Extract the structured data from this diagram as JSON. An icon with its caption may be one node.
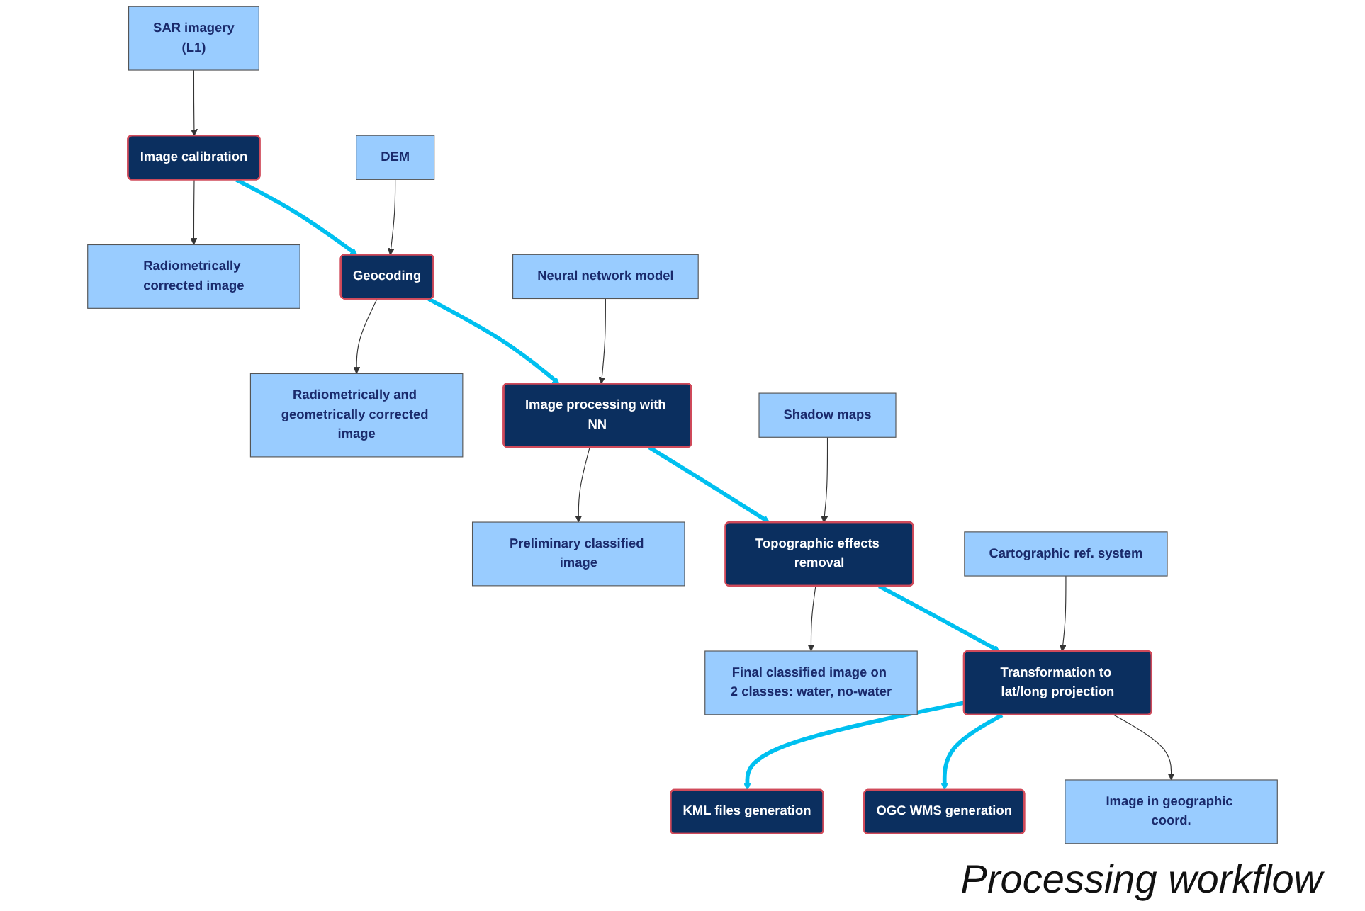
{
  "diagram": {
    "caption": "Processing workflow",
    "nodes": [
      {
        "text": [
          "SAR imagery",
          "(L1)"
        ]
      },
      {
        "text": [
          "Image calibration"
        ]
      },
      {
        "text": [
          "Radiometrically corrected image"
        ]
      },
      {
        "text": [
          "DEM"
        ]
      },
      {
        "text": [
          "Geocoding"
        ]
      },
      {
        "text": [
          "Radiometrically and geometrically corrected image"
        ]
      },
      {
        "text": [
          "Neural network model"
        ]
      },
      {
        "text": [
          "Image processing with NN"
        ]
      },
      {
        "text": [
          "Preliminary classified image"
        ]
      },
      {
        "text": [
          "Shadow maps"
        ]
      },
      {
        "text": [
          "Topographic effects removal"
        ]
      },
      {
        "text": [
          "Final classified image on 2 classes: water, no-water"
        ]
      },
      {
        "text": [
          "Cartographic ref. system"
        ]
      },
      {
        "text": [
          "Transformation to lat/long projection"
        ]
      },
      {
        "text": [
          "Image in geographic coord."
        ]
      },
      {
        "text": [
          "KML files generation"
        ]
      },
      {
        "text": [
          "OGC WMS generation"
        ]
      }
    ],
    "edges": [
      {
        "from": 0,
        "to": 1,
        "arrow": "to"
      },
      {
        "from": 1,
        "to": 4,
        "arrow": "to",
        "style": "thick",
        "color": "#00c0f0"
      },
      {
        "from": 1,
        "to": 2,
        "arrow": "to"
      },
      {
        "from": 3,
        "to": 4,
        "arrow": "to"
      },
      {
        "from": 4,
        "to": 7,
        "arrow": "to",
        "style": "thick",
        "color": "#00c0f0"
      },
      {
        "from": 4,
        "to": 5,
        "arrow": "to"
      },
      {
        "from": 6,
        "to": 7,
        "arrow": "to"
      },
      {
        "from": 7,
        "to": 10,
        "arrow": "to",
        "style": "thick",
        "color": "#00c0f0"
      },
      {
        "from": 7,
        "to": 8,
        "arrow": "to"
      },
      {
        "from": 9,
        "to": 10,
        "arrow": "to"
      },
      {
        "from": 10,
        "to": 13,
        "arrow": "to",
        "style": "thick",
        "color": "#00c0f0"
      },
      {
        "from": 10,
        "to": 11,
        "arrow": "to"
      },
      {
        "from": 12,
        "to": 13,
        "arrow": "to"
      },
      {
        "from": 13,
        "to": 15,
        "arrow": "to",
        "style": "thick",
        "color": "#00c0f0"
      },
      {
        "from": 13,
        "to": 16,
        "arrow": "to",
        "style": "thick",
        "color": "#00c0f0"
      },
      {
        "from": 13,
        "to": 14,
        "arrow": "to"
      }
    ]
  }
}
